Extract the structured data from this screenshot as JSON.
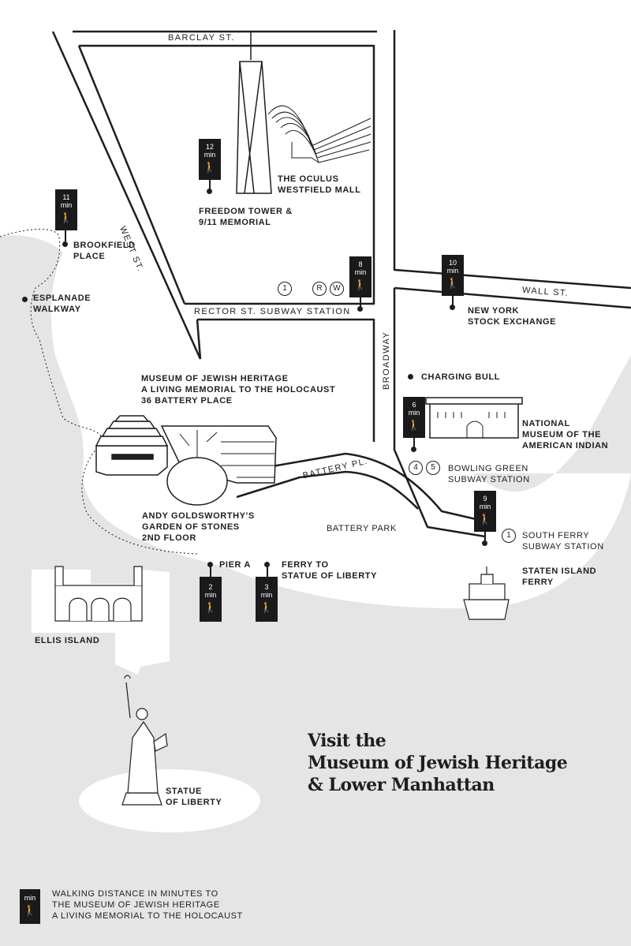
{
  "colors": {
    "ink": "#1e1e1e",
    "water": "#e5e5e5",
    "marker": "#1a1a1a",
    "paper": "#ffffff"
  },
  "streets": {
    "barclay": "BARCLAY ST.",
    "west": "WEST ST.",
    "rector": "RECTOR ST. SUBWAY STATION",
    "broadway": "BROADWAY",
    "wall": "WALL ST.",
    "battery_pl": "BATTERY PL."
  },
  "places": {
    "oculus": [
      "THE OCULUS",
      "WESTFIELD MALL"
    ],
    "freedom": [
      "FREEDOM TOWER &",
      "9/11 MEMORIAL"
    ],
    "brookfield": [
      "BROOKFIELD",
      "PLACE"
    ],
    "esplanade": [
      "ESPLANADE",
      "WALKWAY"
    ],
    "nyse": [
      "NEW YORK",
      "STOCK EXCHANGE"
    ],
    "charging_bull": "CHARGING BULL",
    "museum_heritage": [
      "MUSEUM OF JEWISH HERITAGE",
      "A LIVING MEMORIAL TO THE HOLOCAUST",
      "36 BATTERY PLACE"
    ],
    "nmai": [
      "NATIONAL",
      "MUSEUM OF THE",
      "AMERICAN INDIAN"
    ],
    "bowling_green": [
      "BOWLING GREEN",
      "SUBWAY STATION"
    ],
    "garden": [
      "ANDY GOLDSWORTHY'S",
      "GARDEN OF STONES",
      "2ND FLOOR"
    ],
    "battery_park": "BATTERY PARK",
    "south_ferry": [
      "SOUTH FERRY",
      "SUBWAY STATION"
    ],
    "staten": [
      "STATEN ISLAND",
      "FERRY"
    ],
    "pier_a": "PIER A",
    "ferry_liberty": [
      "FERRY TO",
      "STATUE OF LIBERTY"
    ],
    "ellis": "ELLIS ISLAND",
    "statue": [
      "STATUE",
      "OF LIBERTY"
    ]
  },
  "subway": {
    "rector_1": "1",
    "rector_r": "R",
    "rector_w": "W",
    "bowling_4": "4",
    "bowling_5": "5",
    "south_ferry_1": "1"
  },
  "walk_markers": {
    "unit": "min",
    "freedom": "12",
    "brookfield": "11",
    "rector": "8",
    "nyse": "10",
    "bowling": "6",
    "south_ferry": "9",
    "pier_a": "2",
    "ferry": "3"
  },
  "title": [
    "Visit the",
    "Museum of Jewish Heritage",
    "& Lower Manhattan"
  ],
  "legend": {
    "unit": "min",
    "lines": [
      "WALKING DISTANCE IN MINUTES TO",
      "THE MUSEUM OF JEWISH HERITAGE",
      "A LIVING MEMORIAL TO THE HOLOCAUST"
    ]
  }
}
